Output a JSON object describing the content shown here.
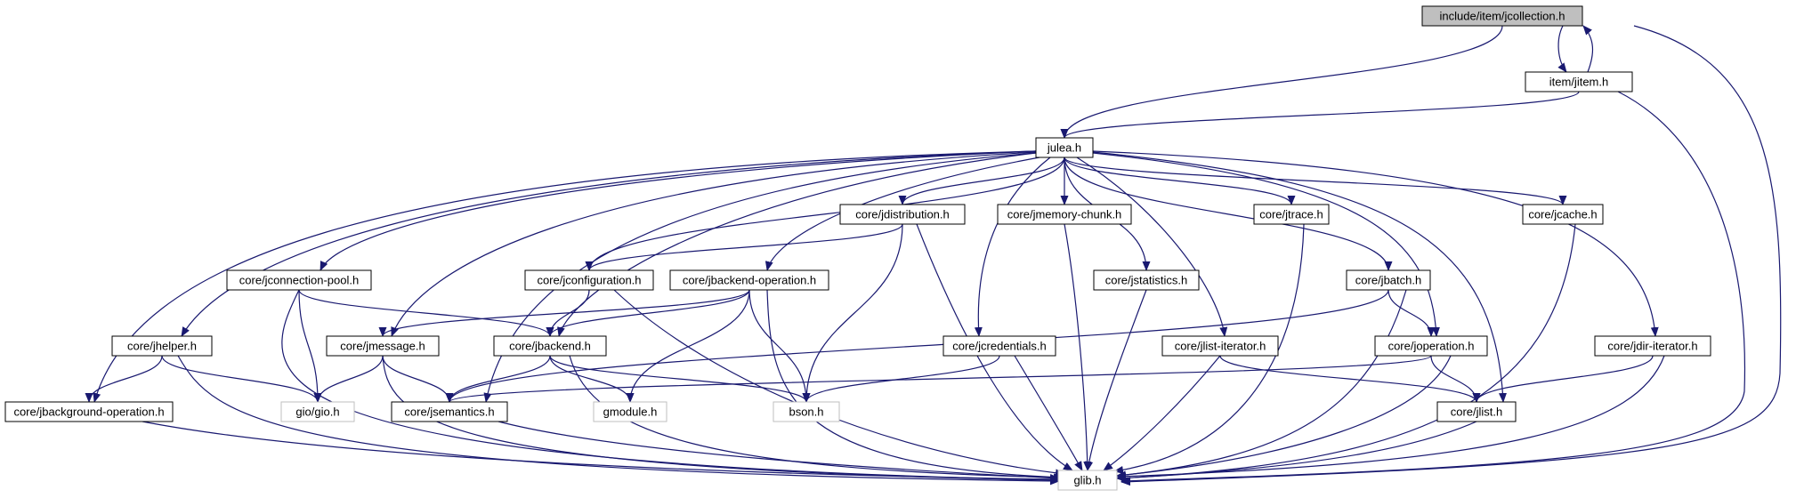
{
  "colors": {
    "edge": "#191970",
    "node_border": "#000000",
    "external_border": "#bfbfbf",
    "root_fill": "#bfbfbf",
    "text": "#000000",
    "external_text": "#7f7f7f"
  },
  "nodes": [
    {
      "id": "jcollection",
      "label": "include/item/jcollection.h",
      "kind": "root"
    },
    {
      "id": "jitem",
      "label": "item/jitem.h",
      "kind": "file"
    },
    {
      "id": "julea",
      "label": "julea.h",
      "kind": "file"
    },
    {
      "id": "jdistribution",
      "label": "core/jdistribution.h",
      "kind": "file"
    },
    {
      "id": "jmemory",
      "label": "core/jmemory-chunk.h",
      "kind": "file"
    },
    {
      "id": "jtrace",
      "label": "core/jtrace.h",
      "kind": "file"
    },
    {
      "id": "jcache",
      "label": "core/jcache.h",
      "kind": "file"
    },
    {
      "id": "jconnpool",
      "label": "core/jconnection-pool.h",
      "kind": "file"
    },
    {
      "id": "jconfig",
      "label": "core/jconfiguration.h",
      "kind": "file"
    },
    {
      "id": "jbackendop",
      "label": "core/jbackend-operation.h",
      "kind": "file"
    },
    {
      "id": "jstatistics",
      "label": "core/jstatistics.h",
      "kind": "file"
    },
    {
      "id": "jbatch",
      "label": "core/jbatch.h",
      "kind": "file"
    },
    {
      "id": "jhelper",
      "label": "core/jhelper.h",
      "kind": "file"
    },
    {
      "id": "jmessage",
      "label": "core/jmessage.h",
      "kind": "file"
    },
    {
      "id": "jbackend",
      "label": "core/jbackend.h",
      "kind": "file"
    },
    {
      "id": "jcredentials",
      "label": "core/jcredentials.h",
      "kind": "file"
    },
    {
      "id": "jlistiter",
      "label": "core/jlist-iterator.h",
      "kind": "file"
    },
    {
      "id": "joperation",
      "label": "core/joperation.h",
      "kind": "file"
    },
    {
      "id": "jdiriter",
      "label": "core/jdir-iterator.h",
      "kind": "file"
    },
    {
      "id": "jbgop",
      "label": "core/jbackground-operation.h",
      "kind": "file"
    },
    {
      "id": "gio",
      "label": "gio/gio.h",
      "kind": "external"
    },
    {
      "id": "jsemantics",
      "label": "core/jsemantics.h",
      "kind": "file"
    },
    {
      "id": "gmodule",
      "label": "gmodule.h",
      "kind": "external"
    },
    {
      "id": "bson",
      "label": "bson.h",
      "kind": "external"
    },
    {
      "id": "jlist",
      "label": "core/jlist.h",
      "kind": "file"
    },
    {
      "id": "glib",
      "label": "glib.h",
      "kind": "external"
    }
  ],
  "edges": [
    [
      "jcollection",
      "jitem"
    ],
    [
      "jcollection",
      "julea"
    ],
    [
      "jcollection",
      "glib"
    ],
    [
      "jitem",
      "jcollection"
    ],
    [
      "jitem",
      "julea"
    ],
    [
      "jitem",
      "glib"
    ],
    [
      "julea",
      "jbgop"
    ],
    [
      "julea",
      "jhelper"
    ],
    [
      "julea",
      "jconnpool"
    ],
    [
      "julea",
      "jmessage"
    ],
    [
      "julea",
      "jsemantics"
    ],
    [
      "julea",
      "jbackend"
    ],
    [
      "julea",
      "jconfig"
    ],
    [
      "julea",
      "jbackendop"
    ],
    [
      "julea",
      "jdistribution"
    ],
    [
      "julea",
      "jcredentials"
    ],
    [
      "julea",
      "jmemory"
    ],
    [
      "julea",
      "jstatistics"
    ],
    [
      "julea",
      "jlistiter"
    ],
    [
      "julea",
      "jtrace"
    ],
    [
      "julea",
      "jbatch"
    ],
    [
      "julea",
      "joperation"
    ],
    [
      "julea",
      "jlist"
    ],
    [
      "julea",
      "jcache"
    ],
    [
      "julea",
      "jdiriter"
    ],
    [
      "jdistribution",
      "jconfig"
    ],
    [
      "jdistribution",
      "bson"
    ],
    [
      "jdistribution",
      "glib"
    ],
    [
      "jmemory",
      "glib"
    ],
    [
      "jtrace",
      "glib"
    ],
    [
      "jcache",
      "glib"
    ],
    [
      "jconnpool",
      "gio"
    ],
    [
      "jconnpool",
      "jbackend"
    ],
    [
      "jconnpool",
      "glib"
    ],
    [
      "jconfig",
      "jbackend"
    ],
    [
      "jconfig",
      "glib"
    ],
    [
      "jbackendop",
      "jmessage"
    ],
    [
      "jbackendop",
      "jbackend"
    ],
    [
      "jbackendop",
      "gmodule"
    ],
    [
      "jbackendop",
      "bson"
    ],
    [
      "jbackendop",
      "glib"
    ],
    [
      "jstatistics",
      "glib"
    ],
    [
      "jbatch",
      "jsemantics"
    ],
    [
      "jbatch",
      "joperation"
    ],
    [
      "jbatch",
      "glib"
    ],
    [
      "jhelper",
      "jbgop"
    ],
    [
      "jhelper",
      "gio"
    ],
    [
      "jhelper",
      "glib"
    ],
    [
      "jmessage",
      "gio"
    ],
    [
      "jmessage",
      "jsemantics"
    ],
    [
      "jmessage",
      "glib"
    ],
    [
      "jbackend",
      "jsemantics"
    ],
    [
      "jbackend",
      "gmodule"
    ],
    [
      "jbackend",
      "bson"
    ],
    [
      "jbackend",
      "glib"
    ],
    [
      "jcredentials",
      "bson"
    ],
    [
      "jcredentials",
      "glib"
    ],
    [
      "jlistiter",
      "jlist"
    ],
    [
      "jlistiter",
      "glib"
    ],
    [
      "joperation",
      "jsemantics"
    ],
    [
      "joperation",
      "jlist"
    ],
    [
      "joperation",
      "glib"
    ],
    [
      "jdiriter",
      "jlist"
    ],
    [
      "jdiriter",
      "glib"
    ],
    [
      "jbgop",
      "glib"
    ],
    [
      "jsemantics",
      "glib"
    ],
    [
      "jlist",
      "glib"
    ]
  ]
}
